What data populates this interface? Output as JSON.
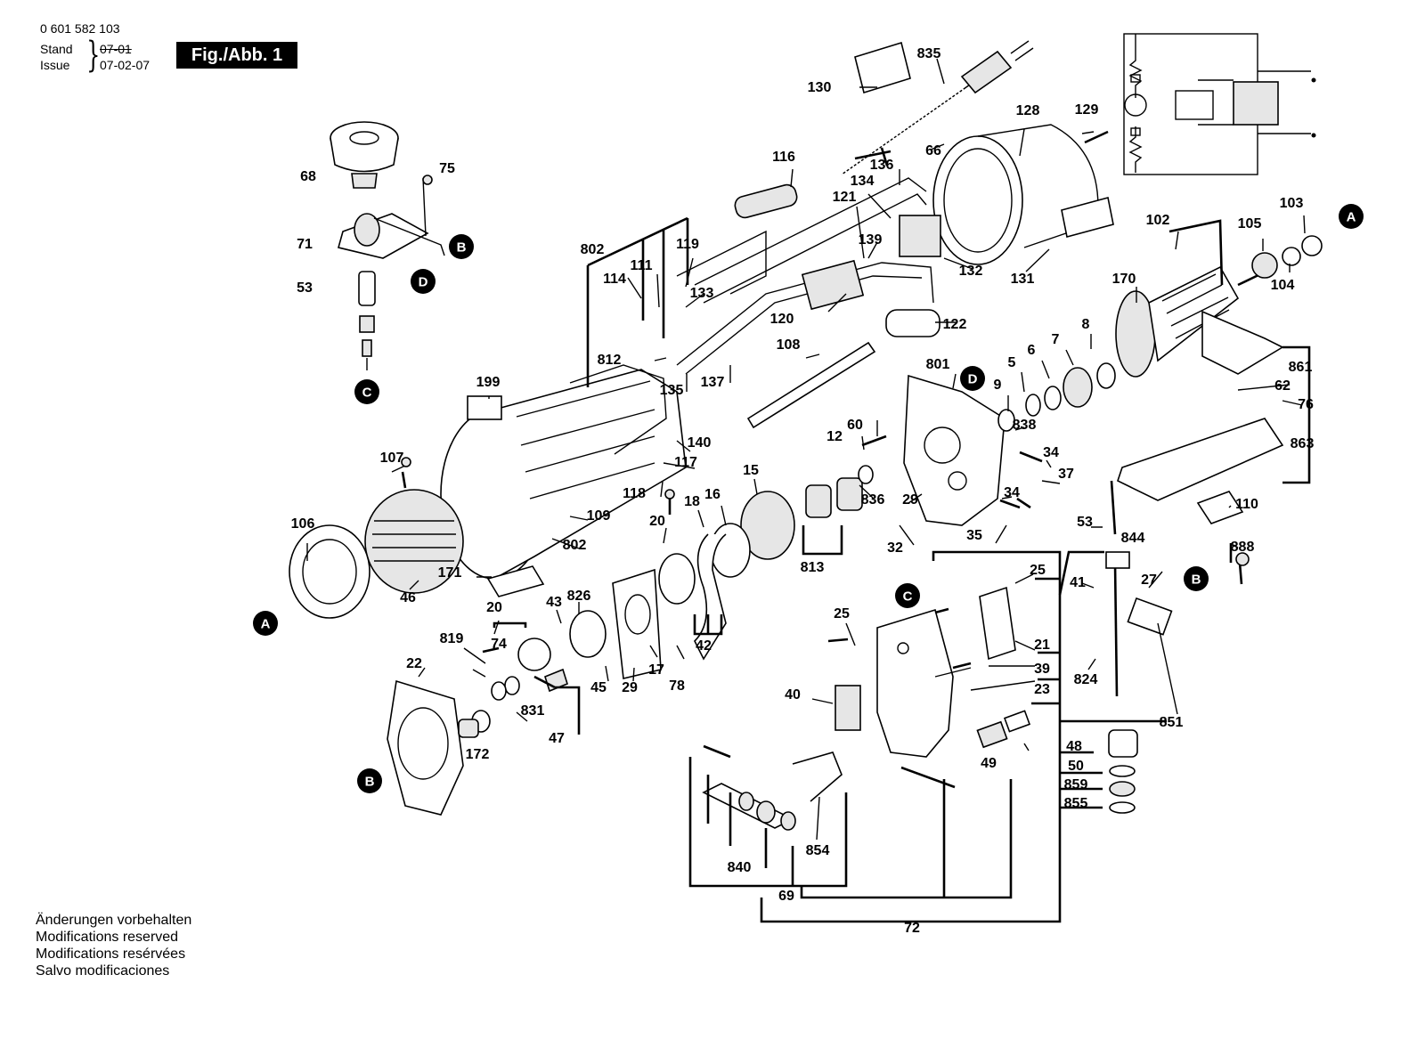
{
  "header": {
    "doc_number": "0 601 582 103",
    "stand_label": "Stand",
    "issue_label": "Issue",
    "stand_old": "07-01",
    "issue_date": "07-02-07",
    "figure_label": "Fig./Abb. 1"
  },
  "notes": [
    "Änderungen vorbehalten",
    "Modifications reserved",
    "Modifications resérvées",
    "Salvo modificaciones"
  ],
  "reference_markers": [
    "A",
    "A",
    "B",
    "B",
    "B",
    "C",
    "C",
    "D",
    "D"
  ],
  "part_labels": [
    "835",
    "130",
    "66",
    "128",
    "129",
    "116",
    "136",
    "134",
    "121",
    "139",
    "132",
    "131",
    "802",
    "119",
    "114",
    "111",
    "133",
    "120",
    "122",
    "102",
    "105",
    "103",
    "104",
    "170",
    "812",
    "135",
    "137",
    "108",
    "801",
    "5",
    "6",
    "7",
    "8",
    "9",
    "861",
    "62",
    "76",
    "863",
    "60",
    "838",
    "12",
    "34",
    "37",
    "199",
    "107",
    "140",
    "117",
    "15",
    "18",
    "16",
    "836",
    "29",
    "34",
    "118",
    "20",
    "109",
    "802",
    "813",
    "32",
    "35",
    "53",
    "844",
    "110",
    "888",
    "106",
    "171",
    "46",
    "41",
    "27",
    "25",
    "20",
    "74",
    "43",
    "826",
    "25",
    "21",
    "819",
    "17",
    "78",
    "42",
    "40",
    "39",
    "23",
    "22",
    "45",
    "29",
    "824",
    "831",
    "47",
    "172",
    "851",
    "48",
    "49",
    "50",
    "859",
    "855",
    "854",
    "840",
    "69",
    "72",
    "68",
    "75",
    "71",
    "53"
  ]
}
